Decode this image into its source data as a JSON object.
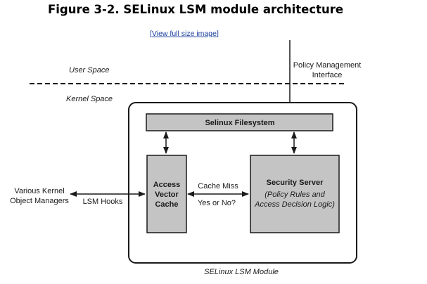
{
  "figure": {
    "title": "Figure 3-2. SELinux LSM module architecture",
    "view_link": "View full size image"
  },
  "diagram": {
    "user_space_label": "User Space",
    "kernel_space_label": "Kernel Space",
    "policy_management": [
      "Policy Management",
      "Interface"
    ],
    "selinux_filesystem": "Selinux Filesystem",
    "access_vector_cache": [
      "Access",
      "Vector",
      "Cache"
    ],
    "security_server": {
      "title": "Security Server",
      "subtitle": [
        "(Policy Rules and",
        "Access Decision Logic)"
      ]
    },
    "cache_miss": "Cache Miss",
    "yes_or_no": "Yes or No?",
    "lsm_hooks": "LSM Hooks",
    "kernel_object_managers": [
      "Various Kernel",
      "Object Managers"
    ],
    "module_label": "SELinux LSM Module"
  },
  "colors": {
    "box_fill": "#c4c4c4",
    "stroke": "#1a1a1a",
    "link": "#1a3e9e"
  }
}
